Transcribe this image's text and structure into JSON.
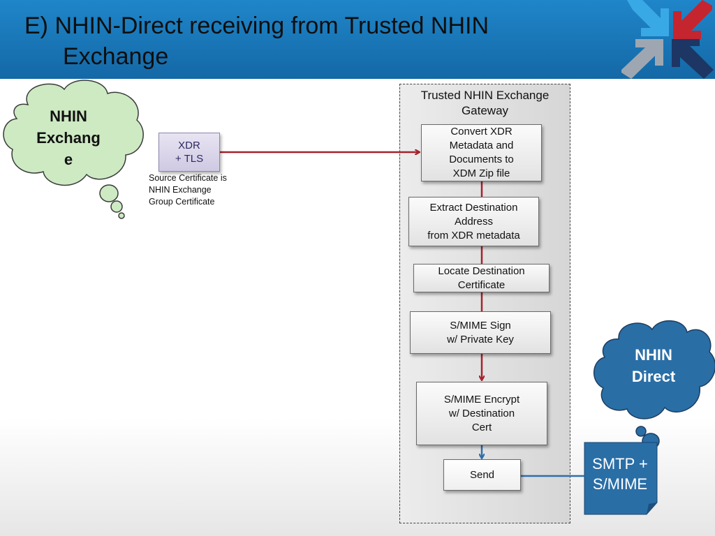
{
  "slide": {
    "title_line1": "E) NHIN-Direct receiving from Trusted NHIN",
    "title_line2": "Exchange"
  },
  "clouds": {
    "exchange": "NHIN\nExchang\ne",
    "direct": "NHIN\nDirect"
  },
  "xdr_box": "XDR\n+ TLS",
  "note": "Source Certificate is\nNHIN Exchange\nGroup Certificate",
  "gateway": {
    "title": "Trusted NHIN Exchange\nGateway",
    "steps": [
      "Convert XDR\nMetadata and\nDocuments to\nXDM Zip file",
      "Extract Destination\nAddress\nfrom XDR metadata",
      "Locate Destination\nCertificate",
      "S/MIME Sign\nw/ Private Key",
      "S/MIME Encrypt\nw/ Destination\nCert",
      "Send"
    ]
  },
  "smtp_doc": "SMTP +\nS/MIME",
  "colors": {
    "header": "#1a78bb",
    "arrow_red": "#a5232a",
    "arrow_blue": "#2f6eaa",
    "cloud_green": "#cdeac3",
    "cloud_blue": "#2a6ea6"
  }
}
